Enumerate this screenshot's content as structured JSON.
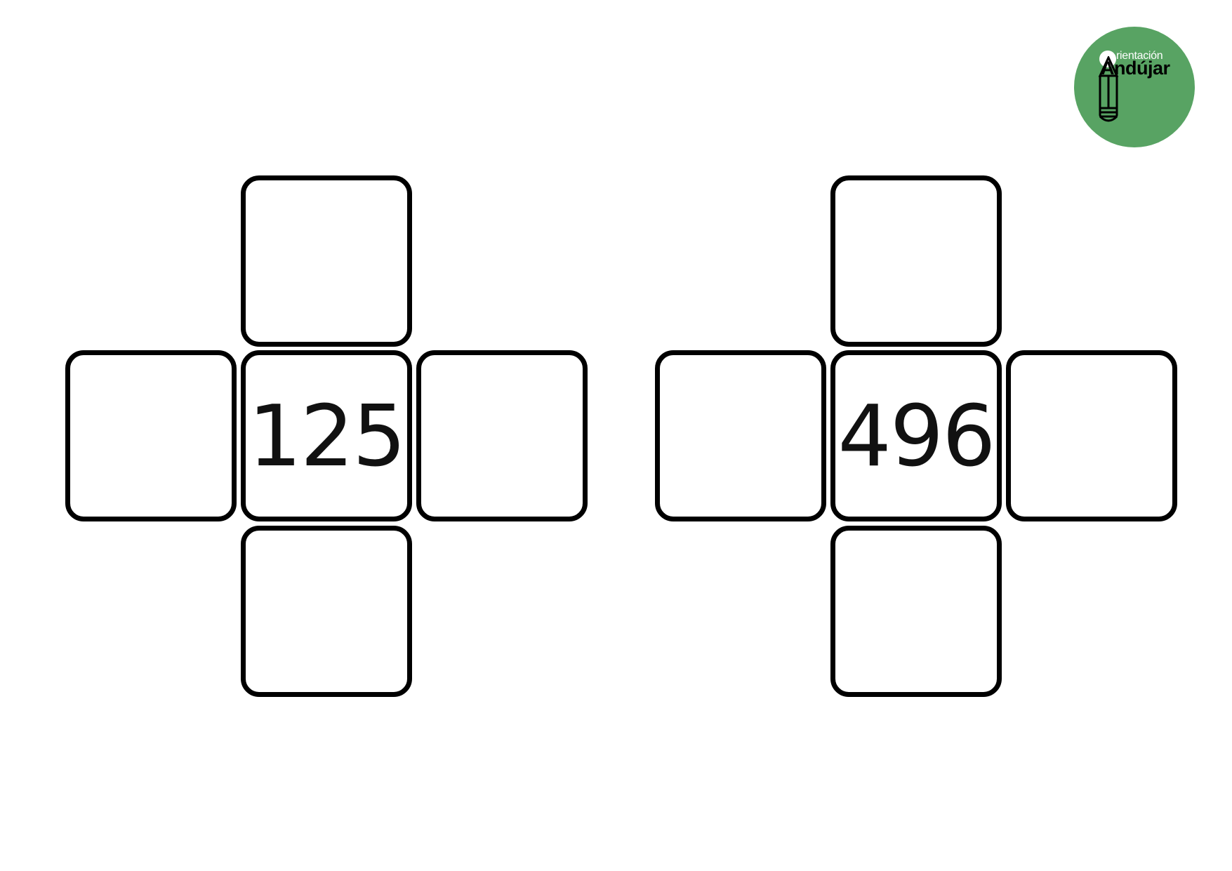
{
  "logo": {
    "line1": "rientación",
    "line2": "Andújar",
    "icons": [
      "pencil-icon"
    ],
    "colors": {
      "background": "#58a363",
      "accent_text": "#ffffff",
      "main_text": "#000000"
    }
  },
  "puzzles": [
    {
      "center": "125",
      "top": "",
      "left": "",
      "right": "",
      "bottom": ""
    },
    {
      "center": "496",
      "top": "",
      "left": "",
      "right": "",
      "bottom": ""
    }
  ]
}
